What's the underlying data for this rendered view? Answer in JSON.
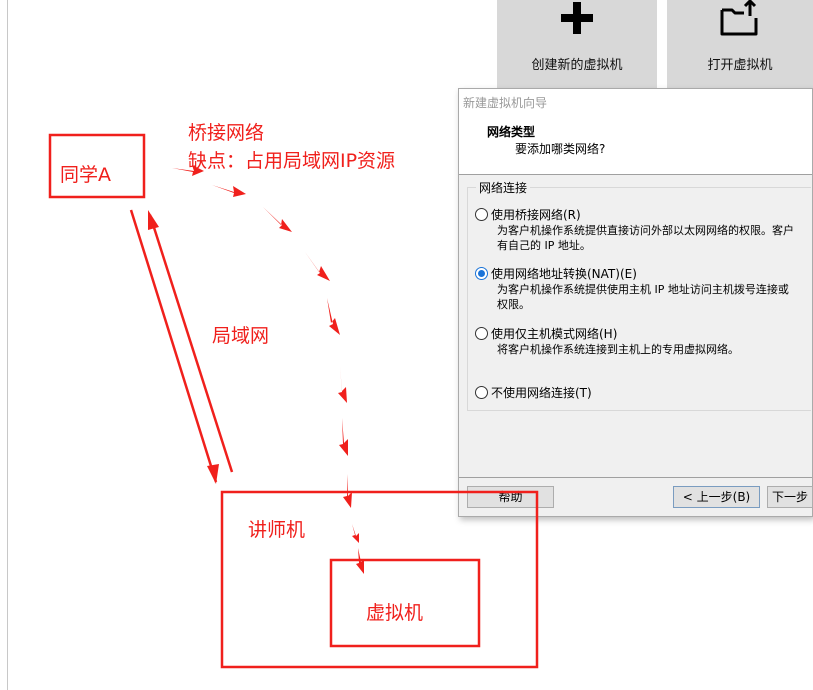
{
  "tiles": [
    {
      "label": "创建新的虚拟机",
      "icon": "plus-icon"
    },
    {
      "label": "打开虚拟机",
      "icon": "open-folder-icon"
    }
  ],
  "dialog": {
    "title": "新建虚拟机向导",
    "heading": "网络类型",
    "subheading": "要添加哪类网络?",
    "group_label": "网络连接",
    "options": [
      {
        "label": "使用桥接网络(R)",
        "desc": "为客户机操作系统提供直接访问外部以太网网络的权限。客户\n有自己的 IP 地址。",
        "selected": false
      },
      {
        "label": "使用网络地址转换(NAT)(E)",
        "desc": "为客户机操作系统提供使用主机 IP 地址访问主机拨号连接或\n权限。",
        "selected": true
      },
      {
        "label": "使用仅主机模式网络(H)",
        "desc": "将客户机操作系统连接到主机上的专用虚拟网络。",
        "selected": false
      },
      {
        "label": "不使用网络连接(T)",
        "desc": "",
        "selected": false
      }
    ],
    "buttons": {
      "help": "帮助",
      "back": "< 上一步(B)",
      "next": "下一步"
    }
  },
  "annotations": {
    "student": "同学A",
    "bridge": "桥接网络",
    "drawback": "缺点：占用局域网IP资源",
    "lan": "局域网",
    "teacher": "讲师机",
    "vm": "虚拟机",
    "color": "#f0201c"
  }
}
